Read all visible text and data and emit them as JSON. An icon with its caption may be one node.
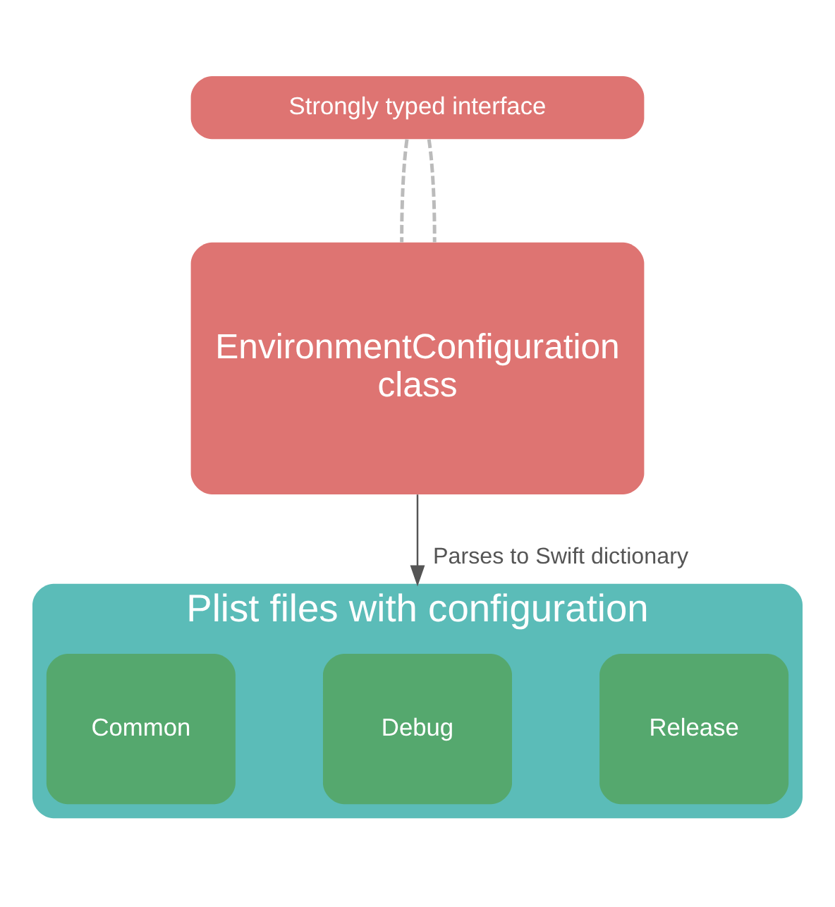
{
  "diagram": {
    "nodes": [
      {
        "text": [
          "Strongly typed interface"
        ]
      },
      {
        "text": [
          "EnvironmentConfiguration",
          "class"
        ]
      },
      {
        "text": [
          "Plist files with configuration"
        ]
      },
      {
        "text": [
          "Common"
        ],
        "in": 2
      },
      {
        "text": [
          "Debug"
        ],
        "in": 2
      },
      {
        "text": [
          "Release"
        ],
        "in": 2
      }
    ],
    "edges": [
      {
        "from": 0,
        "to": 1,
        "arrow": "none",
        "style": "dashed",
        "color": "#bbbbbb"
      },
      {
        "from": 0,
        "to": 1,
        "arrow": "none",
        "style": "dashed",
        "color": "#bbbbbb"
      },
      {
        "from": 1,
        "to": 2,
        "arrow": "to",
        "label": "Parses to Swift dictionary",
        "color": "#555555"
      }
    ]
  }
}
